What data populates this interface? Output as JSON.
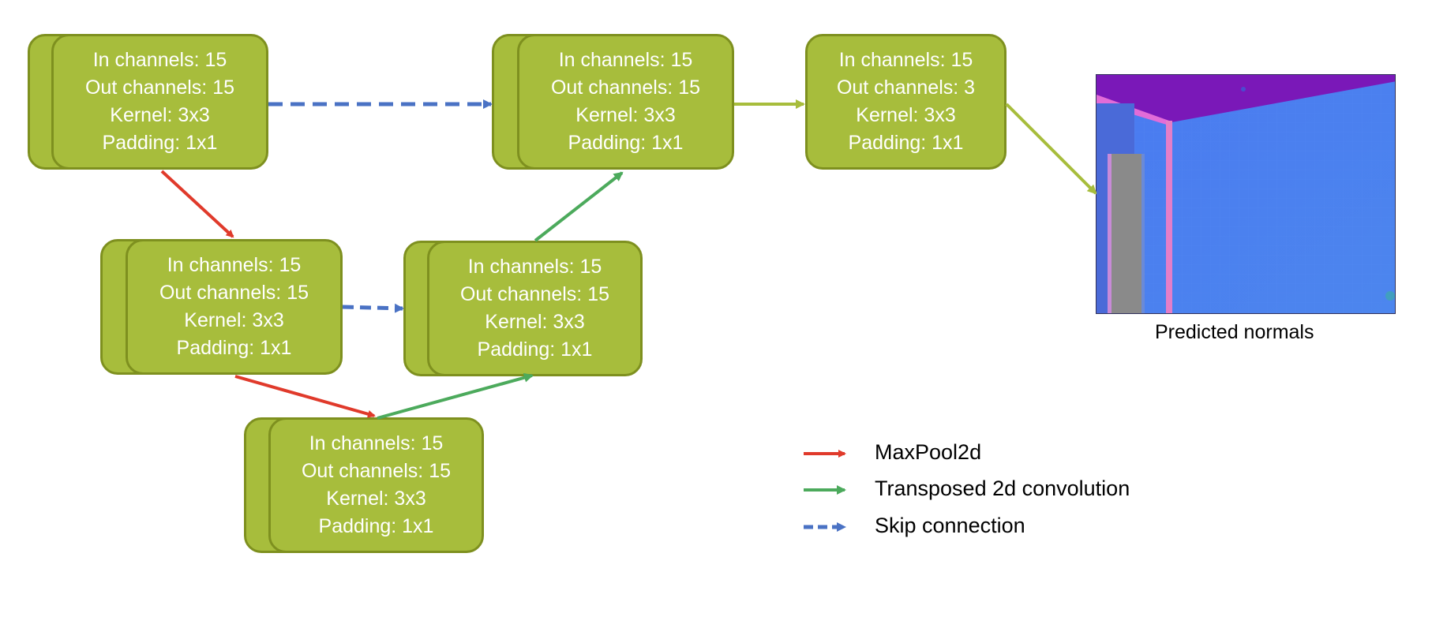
{
  "colors": {
    "block_fill": "#A7BD3C",
    "block_border": "#7E901F",
    "maxpool": "#E03A2B",
    "transposed": "#4CAA5C",
    "skip": "#4A72C4"
  },
  "blocks": [
    {
      "id": "enc1",
      "lines": [
        "In channels: 15",
        "Out channels: 15",
        "Kernel: 3x3",
        "Padding: 1x1"
      ]
    },
    {
      "id": "enc2",
      "lines": [
        "In channels: 15",
        "Out channels: 15",
        "Kernel: 3x3",
        "Padding: 1x1"
      ]
    },
    {
      "id": "bottleneck",
      "lines": [
        "In channels: 15",
        "Out channels: 15",
        "Kernel: 3x3",
        "Padding: 1x1"
      ]
    },
    {
      "id": "dec2",
      "lines": [
        "In channels: 15",
        "Out channels: 15",
        "Kernel: 3x3",
        "Padding: 1x1"
      ]
    },
    {
      "id": "dec1",
      "lines": [
        "In channels: 15",
        "Out channels: 15",
        "Kernel: 3x3",
        "Padding: 1x1"
      ]
    },
    {
      "id": "out",
      "lines": [
        "In channels: 15",
        "Out channels: 3",
        "Kernel: 3x3",
        "Padding: 1x1"
      ]
    }
  ],
  "output_image": {
    "caption": "Predicted normals"
  },
  "legend": [
    {
      "label": "MaxPool2d",
      "style": "maxpool"
    },
    {
      "label": "Transposed 2d convolution",
      "style": "transposed"
    },
    {
      "label": "Skip connection",
      "style": "skip"
    }
  ]
}
